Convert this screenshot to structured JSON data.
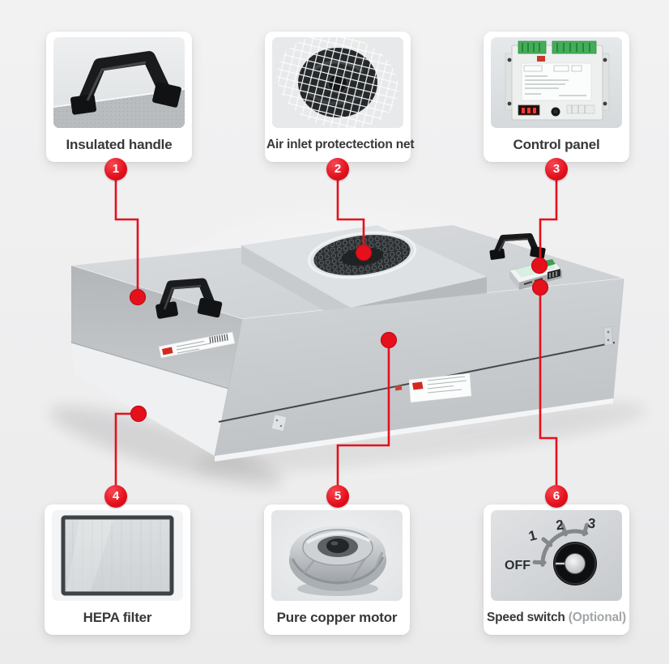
{
  "theme": {
    "accent_red": "#e6101c",
    "background": "#f1f2f3",
    "card_background": "#ffffff",
    "label_color": "#383838",
    "muted_label_color": "#a3a6a9"
  },
  "callouts": [
    {
      "number": "1",
      "label": "Insulated handle"
    },
    {
      "number": "2",
      "label": "Air inlet protectection net"
    },
    {
      "number": "3",
      "label": "Control panel"
    },
    {
      "number": "4",
      "label": "HEPA filter"
    },
    {
      "number": "5",
      "label": "Pure copper motor"
    },
    {
      "number": "6",
      "label": "Speed switch",
      "label_suffix": "(Optional)",
      "dial_labels": [
        "OFF",
        "1",
        "2",
        "3"
      ]
    }
  ]
}
